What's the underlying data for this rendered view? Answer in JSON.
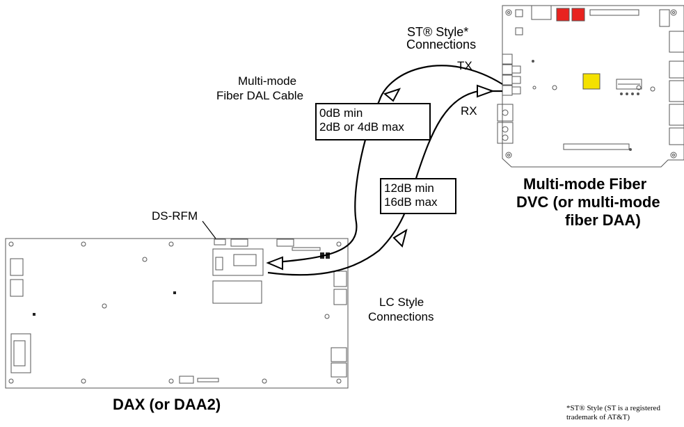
{
  "labels": {
    "st_style": "ST® Style*",
    "st_connections": "Connections",
    "tx": "TX",
    "rx": "RX",
    "cable_line1": "Multi-mode",
    "cable_line2": "Fiber DAL Cable",
    "ds_rfm": "DS-RFM",
    "lc_line1": "LC Style",
    "lc_line2": "Connections"
  },
  "loss_boxes": {
    "tx_line1": "0dB min",
    "tx_line2": "2dB or 4dB max",
    "rx_line1": "12dB min",
    "rx_line2": "16dB max"
  },
  "devices": {
    "dvc_line1": "Multi-mode Fiber",
    "dvc_line2": "DVC (or multi-mode",
    "dvc_line3": "fiber DAA)",
    "dax": "DAX (or DAA2)"
  },
  "footnote": {
    "line1": "*ST® Style (ST is a registered",
    "line2": "trademark of AT&T)"
  },
  "colors": {
    "red_connector": "#e8231f",
    "yellow_chip": "#f4e100",
    "board_outline": "#555555"
  }
}
